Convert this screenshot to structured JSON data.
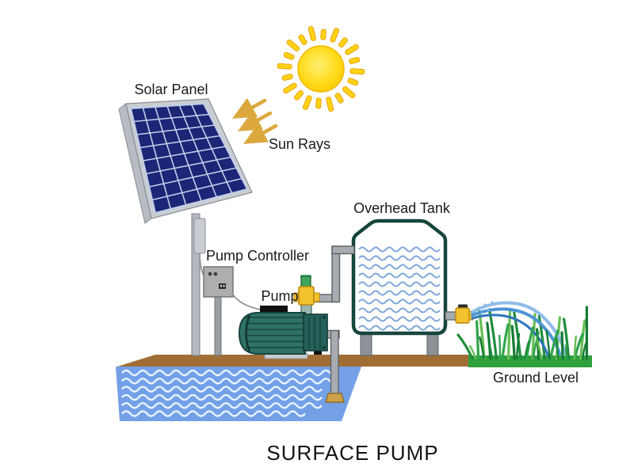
{
  "title": "SURFACE PUMP",
  "labels": {
    "solar_panel": "Solar Panel",
    "sun_rays": "Sun Rays",
    "pump_controller": "Pump Controller",
    "pump": "Pump",
    "overhead_tank": "Overhead Tank",
    "ground_level": "Ground Level"
  },
  "icons": {
    "sun": "sun-icon",
    "sun_ray_arrows": "arrow-down-left-icon",
    "solar_panel": "solar-panel-icon",
    "pump_controller": "controller-box-icon",
    "pump": "pump-icon",
    "overhead_tank": "water-tank-icon",
    "valve": "valve-icon",
    "grass": "grass-icon",
    "water": "water-waves-icon"
  },
  "colors": {
    "sun": "#FFD314",
    "sun_edge": "#ED9F0A",
    "arrow": "#DCA83E",
    "panel_cell": "#1B2677",
    "panel_grid": "#C2CEE8",
    "panel_frame": "#C9CED3",
    "pole": "#B3B9BF",
    "controller_box": "#ACAEB0",
    "pump_body": "#2E7266",
    "pump_dark": "#1C4F45",
    "valve_yellow": "#F2C12E",
    "valve_green": "#3FA35C",
    "pipe": "#A7ACB1",
    "pipe_edge": "#5E6368",
    "tank_outline": "#16453C",
    "tank_wave": "#7EA6DB",
    "water": "#74A0E8",
    "water_wave": "#EAF4FF",
    "spray_light": "#8FBCE8",
    "spray_mid": "#4E94D6",
    "spray_deep": "#2E75C0",
    "grass_strip": "#2FA03C",
    "grass_pal": [
      "#1E8C3A",
      "#2FA44A",
      "#66BE55",
      "#147A33"
    ],
    "ground_brown": "#A06E35",
    "foot_valve": "#CBA24B",
    "text": "#1A1A1A"
  }
}
